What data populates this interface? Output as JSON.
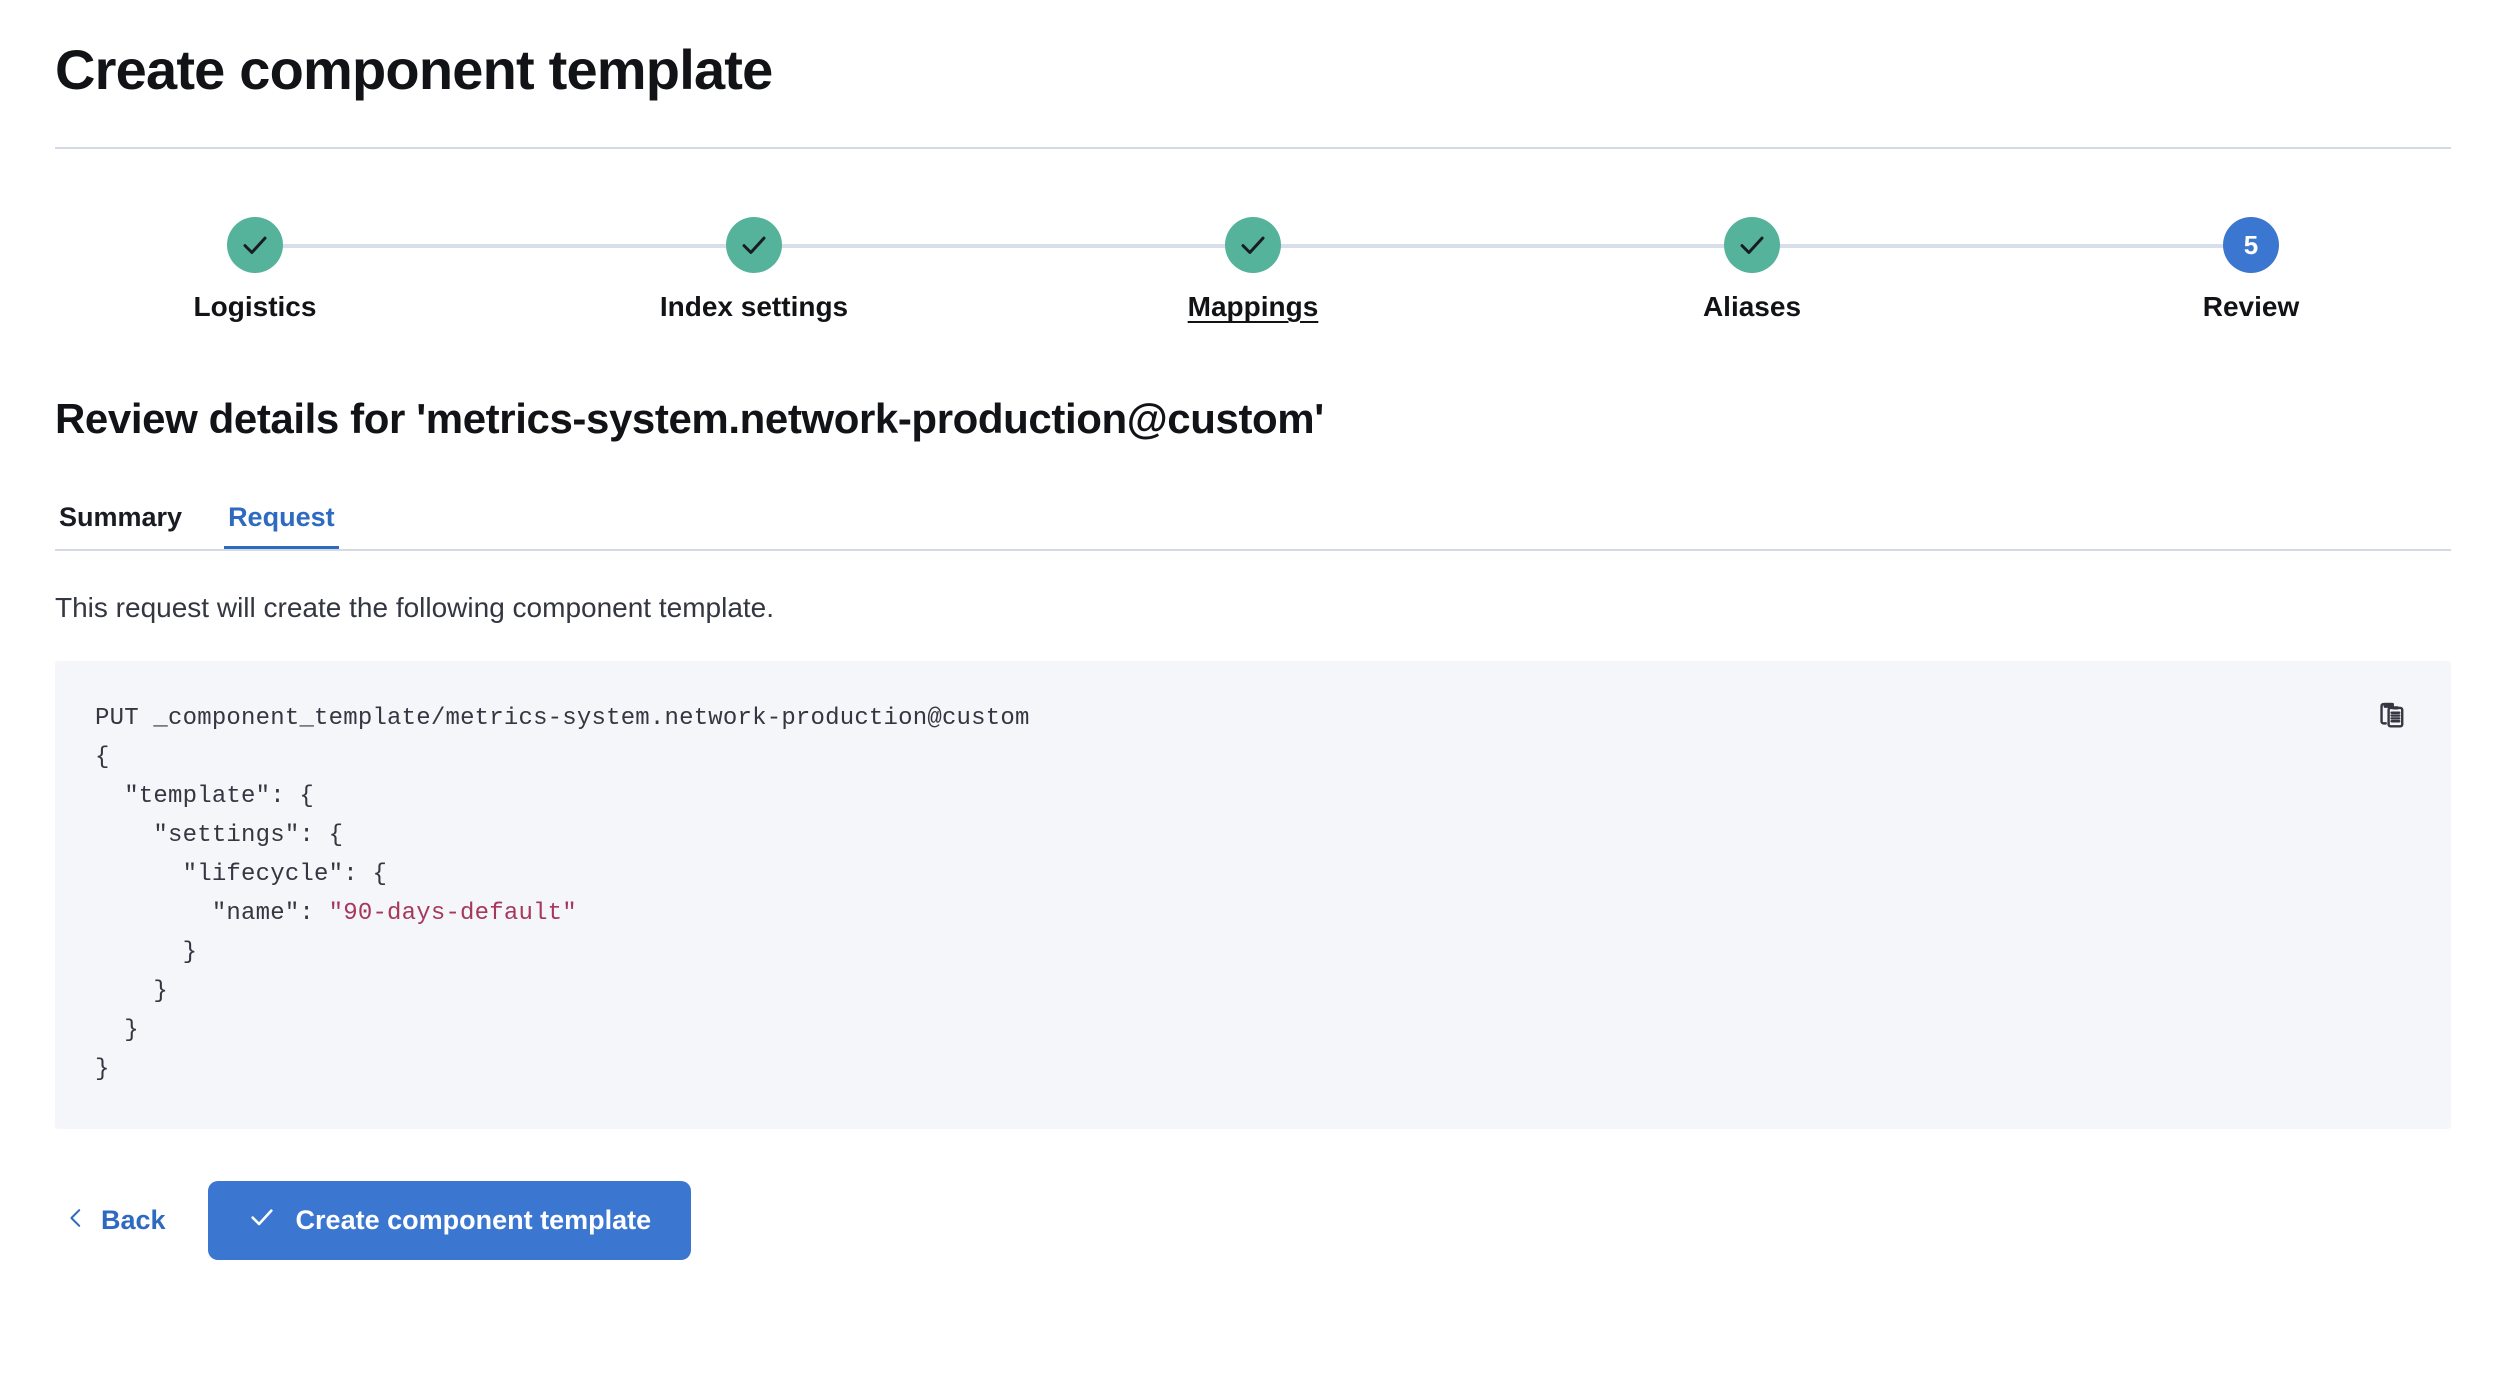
{
  "header": {
    "title": "Create component template"
  },
  "stepper": {
    "steps": [
      {
        "label": "Logistics",
        "state": "complete",
        "marker": "check-icon"
      },
      {
        "label": "Index settings",
        "state": "complete",
        "marker": "check-icon"
      },
      {
        "label": "Mappings",
        "state": "complete",
        "marker": "check-icon",
        "hovered": true
      },
      {
        "label": "Aliases",
        "state": "complete",
        "marker": "check-icon"
      },
      {
        "label": "Review",
        "state": "current",
        "marker": "5"
      }
    ],
    "complete_color": "#54b39a",
    "current_color": "#3b76d0",
    "line_color": "#d8deea"
  },
  "review": {
    "heading": "Review details for 'metrics-system.network-production@custom'",
    "tabs": [
      {
        "label": "Summary",
        "active": false
      },
      {
        "label": "Request",
        "active": true
      }
    ],
    "accent_color": "#2e6ac0",
    "description": "This request will create the following component template."
  },
  "request": {
    "copy_icon": "copy-clipboard-icon",
    "method": "PUT",
    "path": "_component_template/metrics-system.network-production@custom",
    "body_lines": [
      "{",
      "  \"template\": {",
      "    \"settings\": {",
      "      \"lifecycle\": {",
      "        \"name\": ",
      "      }",
      "    }",
      "  }",
      "}"
    ],
    "lifecycle_name_value": "\"90-days-default\"",
    "string_color": "#a6385a",
    "background_color": "#f5f6fa"
  },
  "footer": {
    "back_label": "Back",
    "back_icon": "chevron-left-icon",
    "submit_label": "Create component template",
    "submit_icon": "check-icon",
    "submit_color": "#3b76d0"
  }
}
